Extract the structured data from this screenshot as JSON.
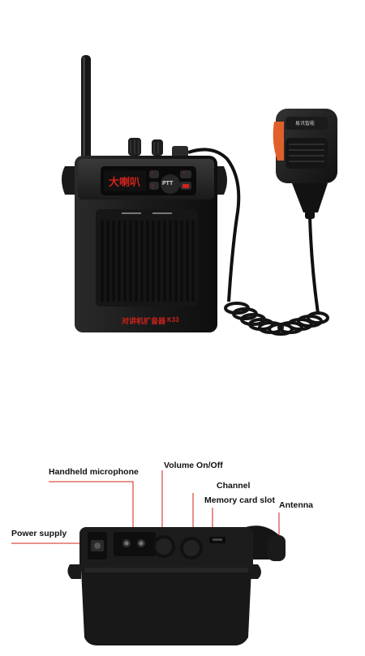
{
  "device": {
    "display_text": "大喇叭",
    "ptt_label": "PTT",
    "front_label": "对讲机扩音器",
    "model": "K33",
    "mic_brand": "易讯智能"
  },
  "callouts": {
    "handheld_microphone": "Handheld microphone",
    "volume_on_off": "Volume On/Off",
    "channel": "Channel",
    "memory_card_slot": "Memory card slot",
    "antenna": "Antenna",
    "power_supply": "Power supply"
  },
  "colors": {
    "accent_red": "#d0231b",
    "body_black": "#1b1b1b",
    "mic_orange": "#e0602a"
  }
}
